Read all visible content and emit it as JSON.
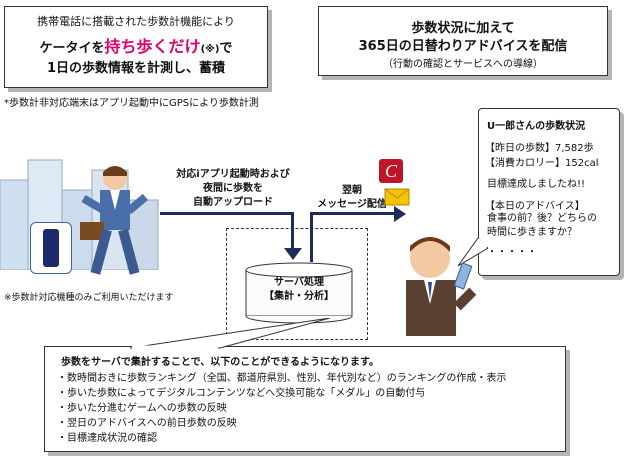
{
  "top_left_box": {
    "line1": "携帯電話に搭載された歩数計機能により",
    "line2_prefix": "ケータイを",
    "line2_highlight": "持ち歩くだけ",
    "line2_note": "(※)",
    "line2_suffix": "で",
    "line3": "1日の歩数情報を計測し、蓄積"
  },
  "footnote_gps": "*歩数計非対応端末はアプリ起動中にGPSにより歩数計測",
  "top_right_box": {
    "line1": "歩数状況に加えて",
    "line2": "365日の日替わりアドバイスを配信",
    "line3": "（行動の確認とサービスへの導線）"
  },
  "user_note": "※歩数計対応機種のみご利用いただけます",
  "upload_label": "対応iアプリ起動時および\n夜間に歩数を\n自動アップロード",
  "deliver_label": "翌朝\nメッセージ配信",
  "server_label": "サーバ処理\n【集計・分析】",
  "bubble": {
    "title": "U一郎さんの歩数状況",
    "row1_label": "【昨日の歩数】",
    "row1_value": "7,582歩",
    "row2_label": "【消費カロリー】",
    "row2_value": "152cal",
    "message": "目標達成しましたね!!",
    "advice_label": "【本日のアドバイス】",
    "advice_text": "食事の前？後？どちらの\n時間に歩きますか？",
    "dots": "・・・・・"
  },
  "bottom_box": {
    "intro": "歩数をサーバで集計することで、以下のことができるようになります。",
    "items": [
      "数時間おきに歩数ランキング（全国、都道府県別、性別、年代別など）のランキングの作成・表示",
      "歩いた歩数によってデジタルコンテンツなどへ交換可能な「メダル」の自動付与",
      "歩いた分進むゲームへの歩数の反映",
      "翌日のアドバイスへの前日歩数の反映",
      "目標達成状況の確認"
    ]
  },
  "colors": {
    "accent": "#e0006f",
    "arrow": "#1b2b5a",
    "mail": "#f3c400",
    "brand_icon": "#c0142a"
  }
}
